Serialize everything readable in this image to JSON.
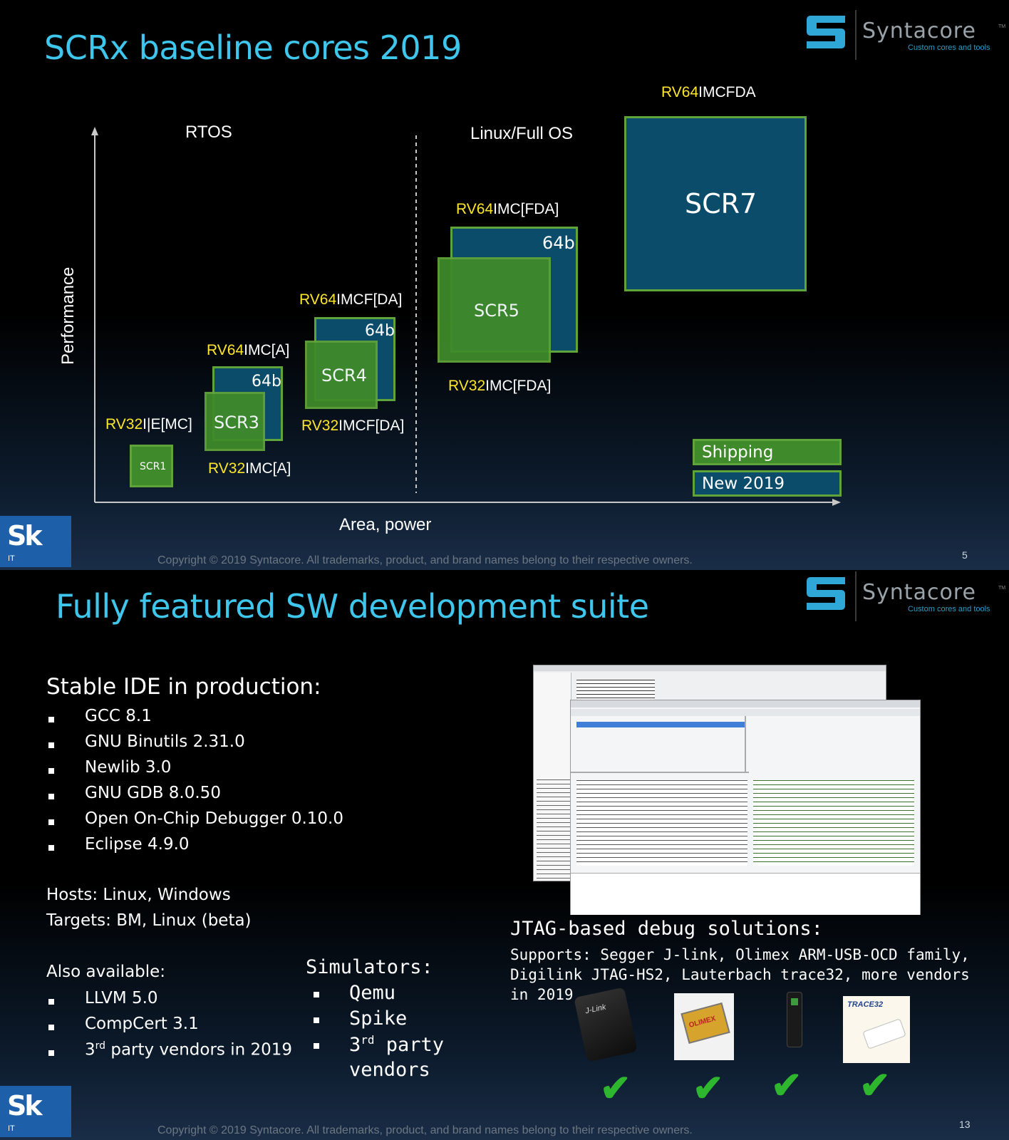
{
  "brand": {
    "name": "Syntacore",
    "tagline": "Custom cores and tools",
    "trademark": "TM",
    "sponsor_logo_big": "Sk",
    "sponsor_logo_small": "IT"
  },
  "footer": {
    "copyright": "Copyright © 2019 Syntacore. All trademarks, product, and brand names belong to their respective owners."
  },
  "slide1": {
    "title": "SCRx baseline cores 2019",
    "page_number": "5",
    "y_axis_label": "Performance",
    "x_axis_label": "Area, power",
    "region_left": "RTOS",
    "region_right": "Linux/Full OS",
    "cores": {
      "scr1": {
        "name": "SCR1",
        "isa_prefix": "RV32",
        "isa_suffix": "I|E[MC]"
      },
      "scr3": {
        "name": "SCR3",
        "bits": "64b",
        "isa64_prefix": "RV64",
        "isa64_suffix": "IMC[A]",
        "isa32_prefix": "RV32",
        "isa32_suffix": "IMC[A]"
      },
      "scr4": {
        "name": "SCR4",
        "bits": "64b",
        "isa64_prefix": "RV64",
        "isa64_suffix": "IMCF[DA]",
        "isa32_prefix": "RV32",
        "isa32_suffix": "IMCF[DA]"
      },
      "scr5": {
        "name": "SCR5",
        "bits": "64b",
        "isa64_prefix": "RV64",
        "isa64_suffix": "IMC[FDA]",
        "isa32_prefix": "RV32",
        "isa32_suffix": "IMC[FDA]"
      },
      "scr7": {
        "name": "SCR7",
        "isa_prefix": "RV64",
        "isa_suffix": "IMCFDA"
      }
    },
    "legend": {
      "shipping": "Shipping",
      "new": "New 2019"
    },
    "colors": {
      "shipping": "#3f8a2a",
      "new_2019": "#0c4c6b",
      "isa_highlight": "#ffe62c"
    }
  },
  "slide2": {
    "title": "Fully featured SW development suite",
    "page_number": "13",
    "ide_heading": "Stable IDE in production:",
    "ide_items": [
      "GCC 8.1",
      "GNU Binutils 2.31.0",
      "Newlib 3.0",
      "GNU GDB 8.0.50",
      "Open On-Chip Debugger 0.10.0",
      "Eclipse 4.9.0"
    ],
    "hosts": "Hosts: Linux, Windows",
    "targets": "Targets: BM, Linux (beta)",
    "also_heading": "Also available:",
    "also_items": [
      "LLVM 5.0",
      "CompCert 3.1"
    ],
    "also_third_party": {
      "prefix": "3",
      "sup": "rd",
      "rest": " party vendors in 2019"
    },
    "simulators_heading": "Simulators:",
    "simulators": [
      "Qemu",
      "Spike"
    ],
    "sim_third": {
      "prefix": "3",
      "sup": "rd",
      "rest": " party",
      "line2": "vendors"
    },
    "jtag_heading": "JTAG-based debug solutions:",
    "jtag_lines": [
      "Supports: Segger J-link, Olimex ARM-USB-OCD family,",
      "Digilink JTAG-HS2, Lauterbach trace32, more vendors",
      "in 2019"
    ],
    "device_labels": {
      "jlink": "J-Link",
      "olimex": "OLIMEX",
      "trace32": "TRACE32"
    }
  }
}
